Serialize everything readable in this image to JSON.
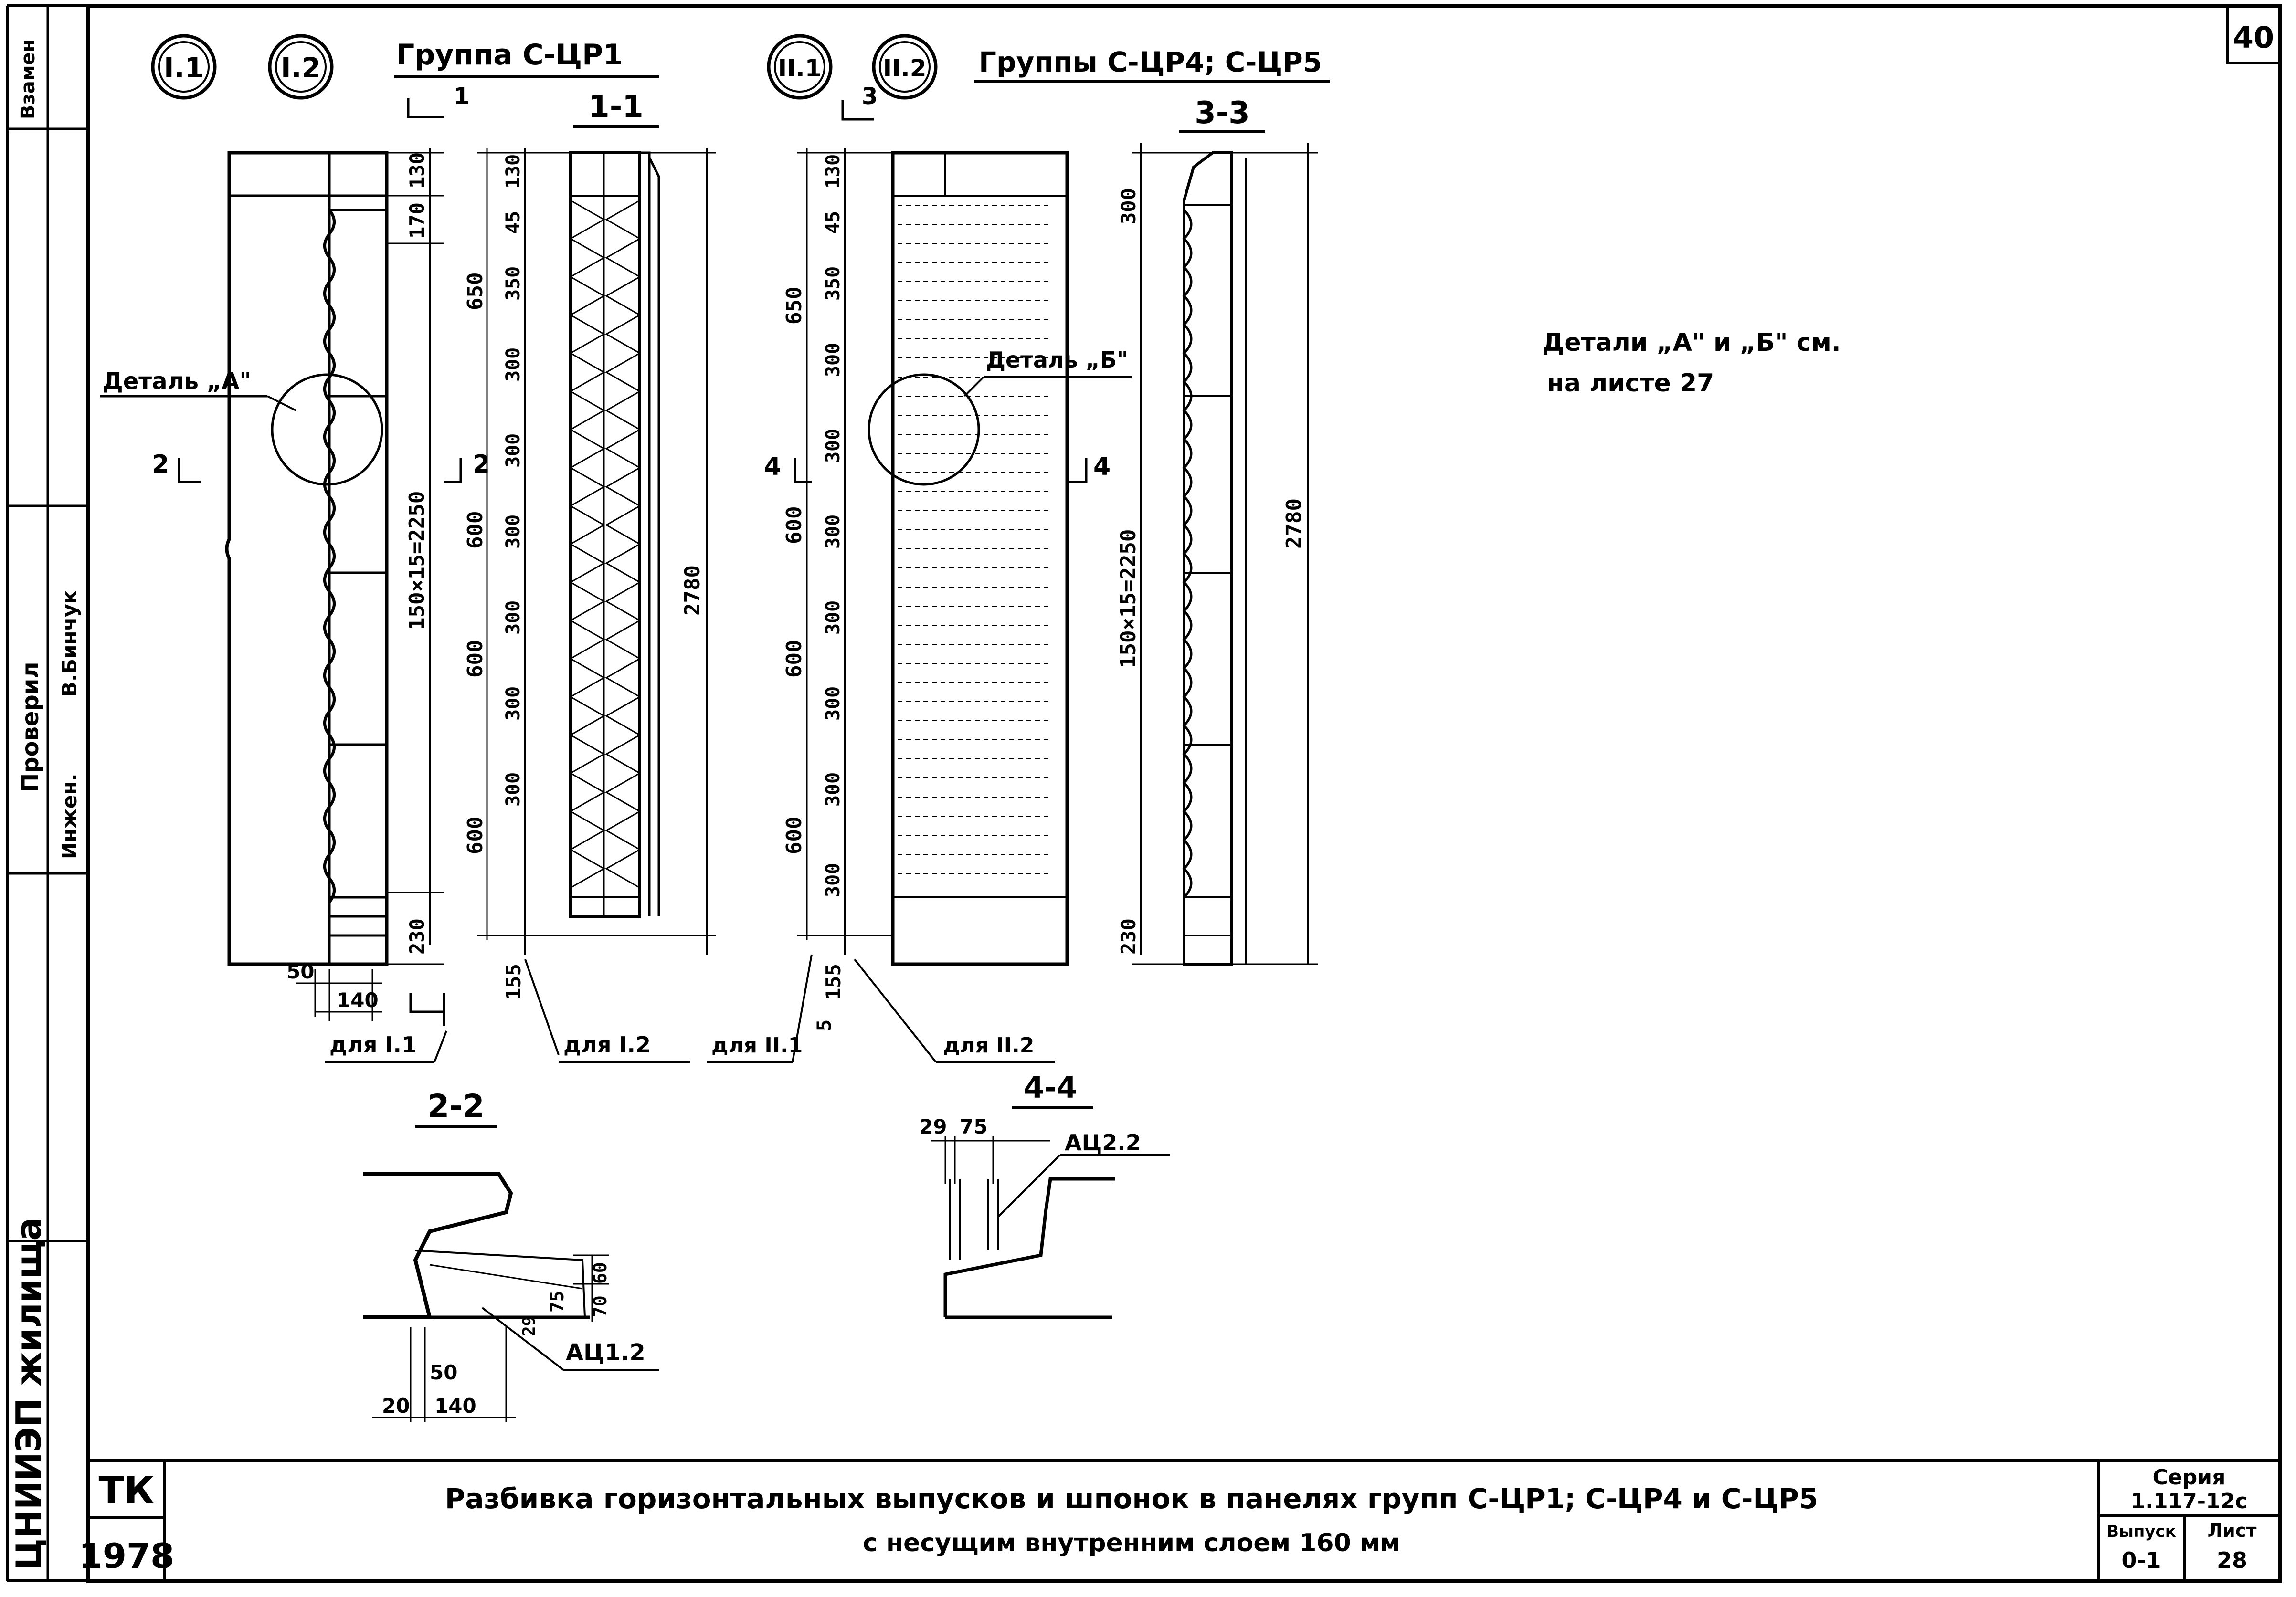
{
  "sheet_number": "40",
  "stamp": {
    "org_code": "ТК",
    "year": "1978",
    "title_line1": "Разбивка горизонтальных выпусков и шпонок в панелях групп С-ЦР1; С-ЦР4 и С-ЦР5",
    "title_line2": "с несущим внутренним слоем 160 мм",
    "series_label": "Серия",
    "series_value": "1.117-12с",
    "issue_label": "Выпуск",
    "issue_value": "0-1",
    "sheet_label": "Лист",
    "sheet_value": "28"
  },
  "left_strip": {
    "replaces": "Взамен",
    "checked": "Проверил",
    "engineer": "Инжен.",
    "name": "В.Бинчук",
    "institute": "ЦНИИЭП жилища"
  },
  "group1": {
    "marks": [
      "I.1",
      "I.2"
    ],
    "title": "Группа С-ЦР1",
    "section": "1-1",
    "detail_label": "Деталь „А\"",
    "dims_left": [
      "130",
      "170",
      "150×15=2250",
      "230"
    ],
    "dims_mid": [
      "130",
      "45",
      "350",
      "300",
      "300",
      "300",
      "300",
      "300",
      "300"
    ],
    "dims_outer": [
      "650",
      "600",
      "600",
      "600"
    ],
    "total": "2780",
    "bottom_dims": [
      "50",
      "140",
      "155"
    ],
    "for_labels": [
      "для I.1",
      "для I.2"
    ],
    "cut_markers": [
      "1",
      "2",
      "2"
    ]
  },
  "group2": {
    "marks": [
      "II.1",
      "II.2"
    ],
    "title": "Группы С-ЦР4; С-ЦР5",
    "section": "3-3",
    "detail_label": "Деталь „Б\"",
    "dims_mid": [
      "130",
      "45",
      "350",
      "300",
      "300",
      "300",
      "300",
      "300",
      "300",
      "300"
    ],
    "dims_outer": [
      "650",
      "600",
      "600",
      "600"
    ],
    "dims_right": [
      "300",
      "150×15=2250",
      "230"
    ],
    "total": "2780",
    "bottom_dims": [
      "155",
      "5"
    ],
    "for_labels": [
      "для II.1",
      "для II.2"
    ],
    "cut_markers": [
      "3",
      "4",
      "4"
    ]
  },
  "note": {
    "line1": "Детали „А\" и „Б\" см.",
    "line2": "на листе 27"
  },
  "section22": {
    "label": "2-2",
    "dims": [
      "60",
      "75",
      "70",
      "29",
      "50",
      "20",
      "140"
    ],
    "rebar": "АЦ1.2"
  },
  "section44": {
    "label": "4-4",
    "dims": [
      "29",
      "75"
    ],
    "rebar": "АЦ2.2"
  }
}
